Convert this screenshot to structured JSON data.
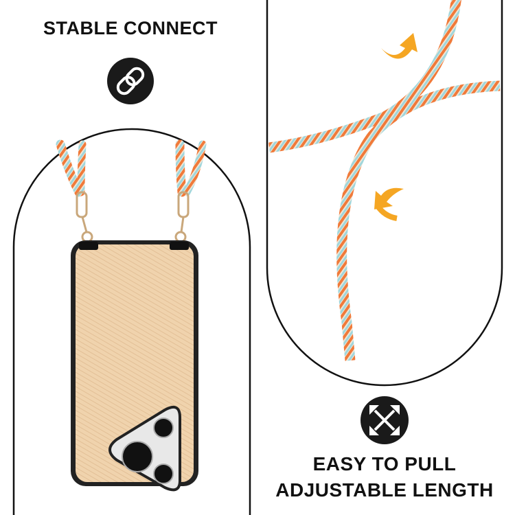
{
  "left_panel": {
    "title": "STABLE CONNECT",
    "icon": "link-icon"
  },
  "right_panel": {
    "icon": "expand-arrows-icon",
    "line1": "EASY TO PULL",
    "line2": "ADJUSTABLE LENGTH"
  },
  "colors": {
    "case": "#f0d3ad",
    "rope_orange": "#f07a3a",
    "rope_blue": "#9fd6dc",
    "rope_cream": "#efe6d6",
    "arrow": "#f5a623",
    "icon_bg": "#1a1a1a"
  }
}
